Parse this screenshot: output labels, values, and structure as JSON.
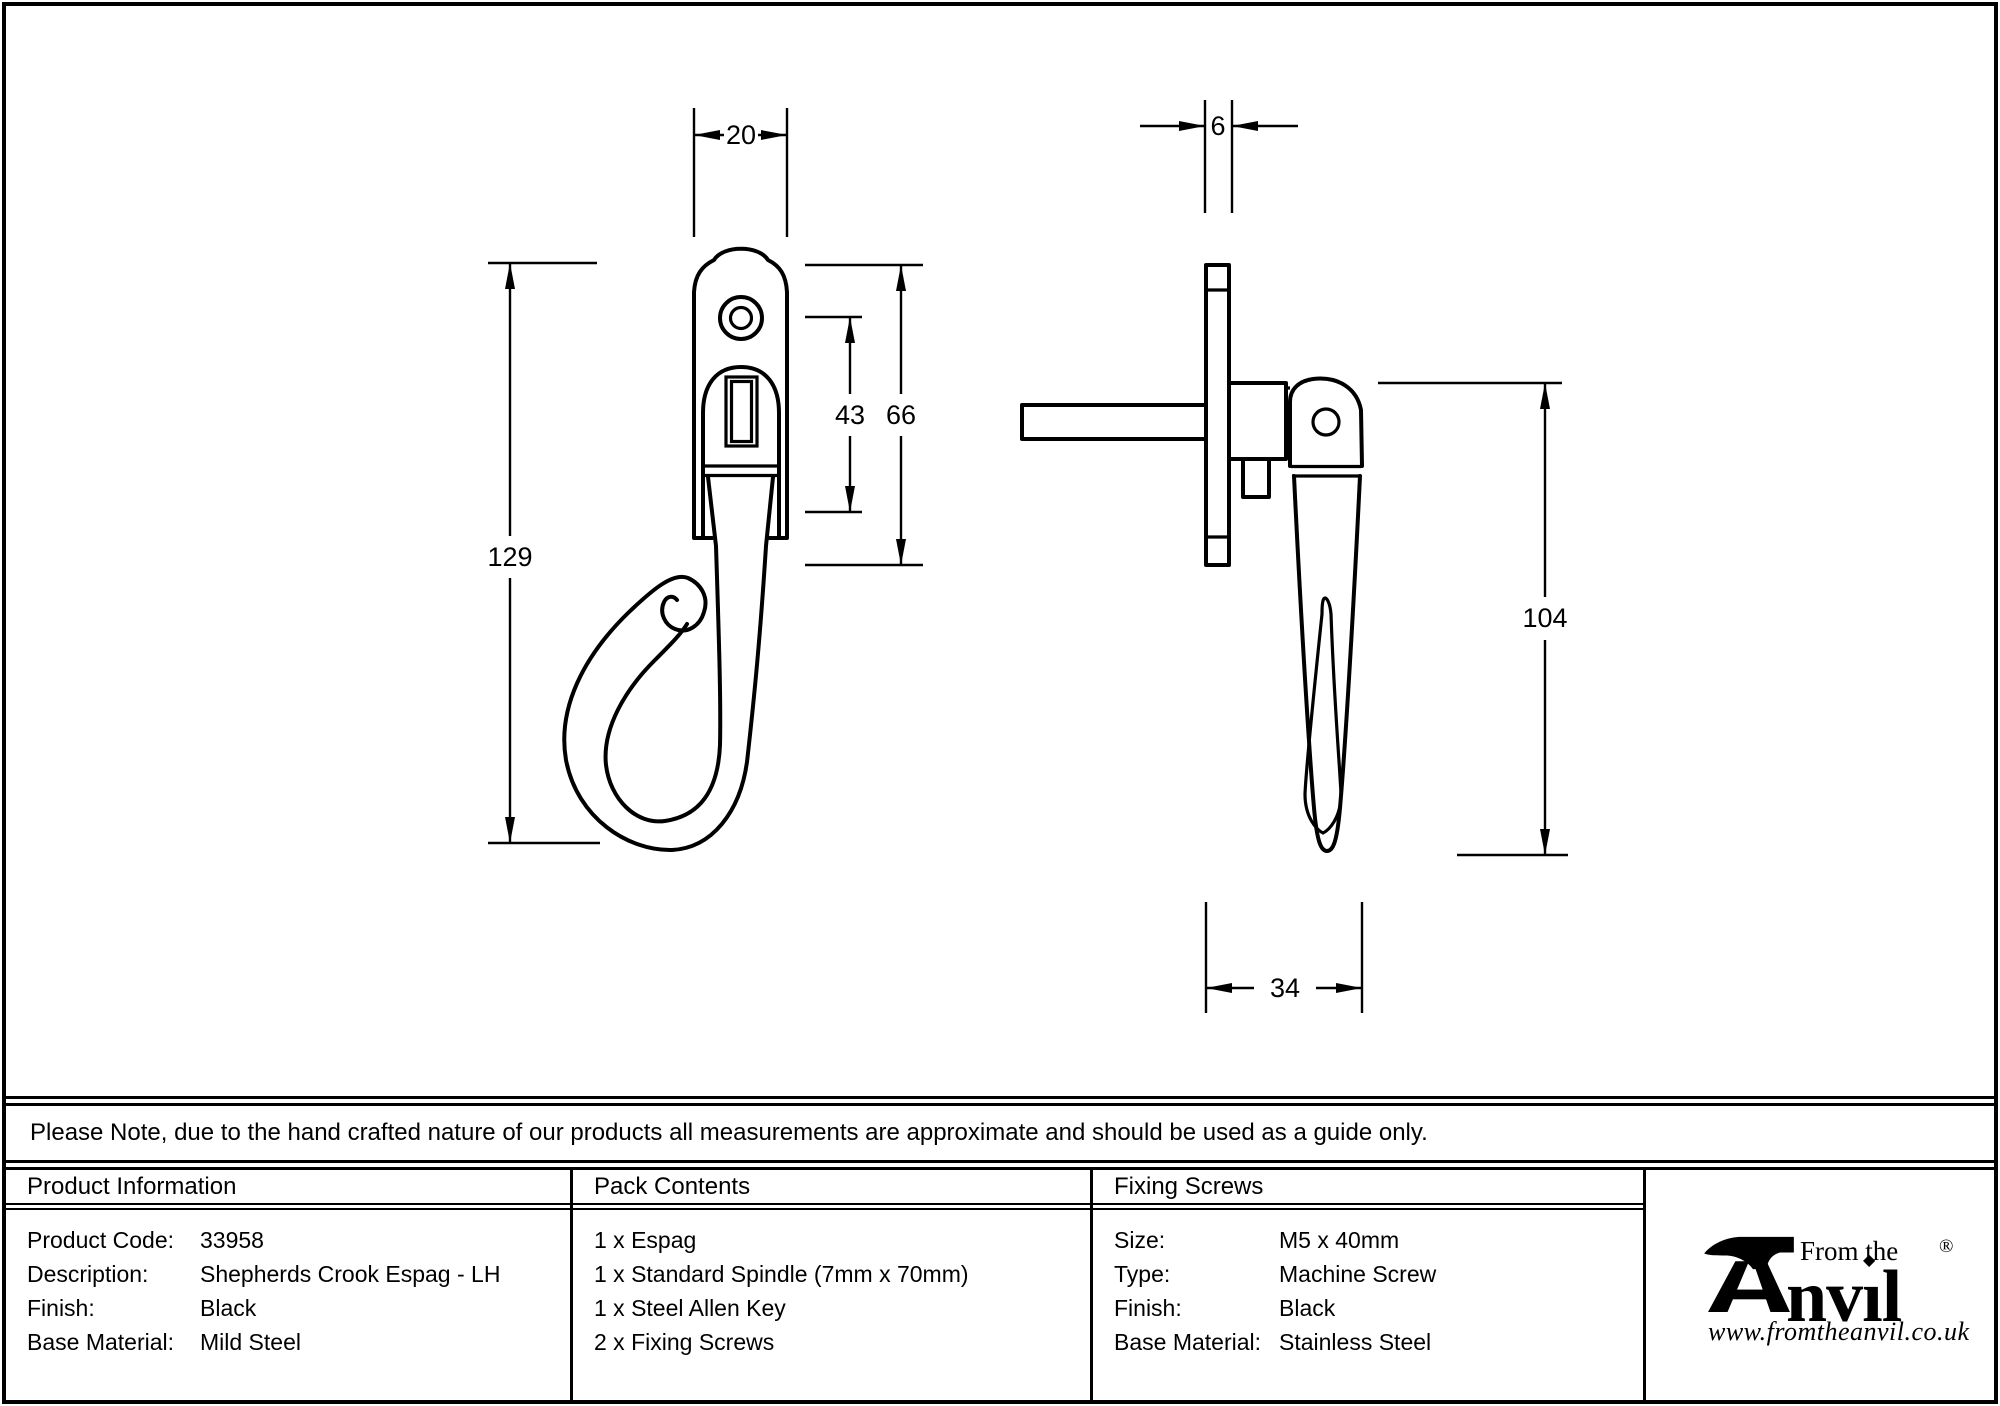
{
  "note": {
    "text": "Please Note, due to the hand crafted nature of our products all measurements are approximate and should be used as a guide only."
  },
  "drawing": {
    "front": {
      "width": "20",
      "height": "129",
      "keep": "43",
      "plate": "66"
    },
    "side": {
      "thickness": "6",
      "handle": "104",
      "projection": "34"
    }
  },
  "table": {
    "product_information": {
      "header": "Product Information",
      "rows": [
        {
          "label": "Product Code:",
          "value": "33958"
        },
        {
          "label": "Description:",
          "value": "Shepherds Crook Espag - LH"
        },
        {
          "label": "Finish:",
          "value": "Black"
        },
        {
          "label": "Base Material:",
          "value": "Mild Steel"
        }
      ]
    },
    "pack_contents": {
      "header": "Pack Contents",
      "items": [
        "1 x Espag",
        "1 x Standard Spindle (7mm x 70mm)",
        "1 x Steel Allen Key",
        "2 x Fixing Screws"
      ]
    },
    "fixing_screws": {
      "header": "Fixing Screws",
      "rows": [
        {
          "label": "Size:",
          "value": "M5 x 40mm"
        },
        {
          "label": "Type:",
          "value": "Machine Screw"
        },
        {
          "label": "Finish:",
          "value": "Black"
        },
        {
          "label": "Base Material:",
          "value": "Stainless Steel"
        }
      ]
    }
  },
  "logo": {
    "brand": "Anvil",
    "from_the": "From the",
    "brand_parts": {
      "prefix": "nv",
      "i": "ı",
      "suffix": "l"
    },
    "registered": "®",
    "url": "www.fromtheanvil.co.uk"
  },
  "colors": {
    "ink": "#000000",
    "background": "#ffffff"
  }
}
